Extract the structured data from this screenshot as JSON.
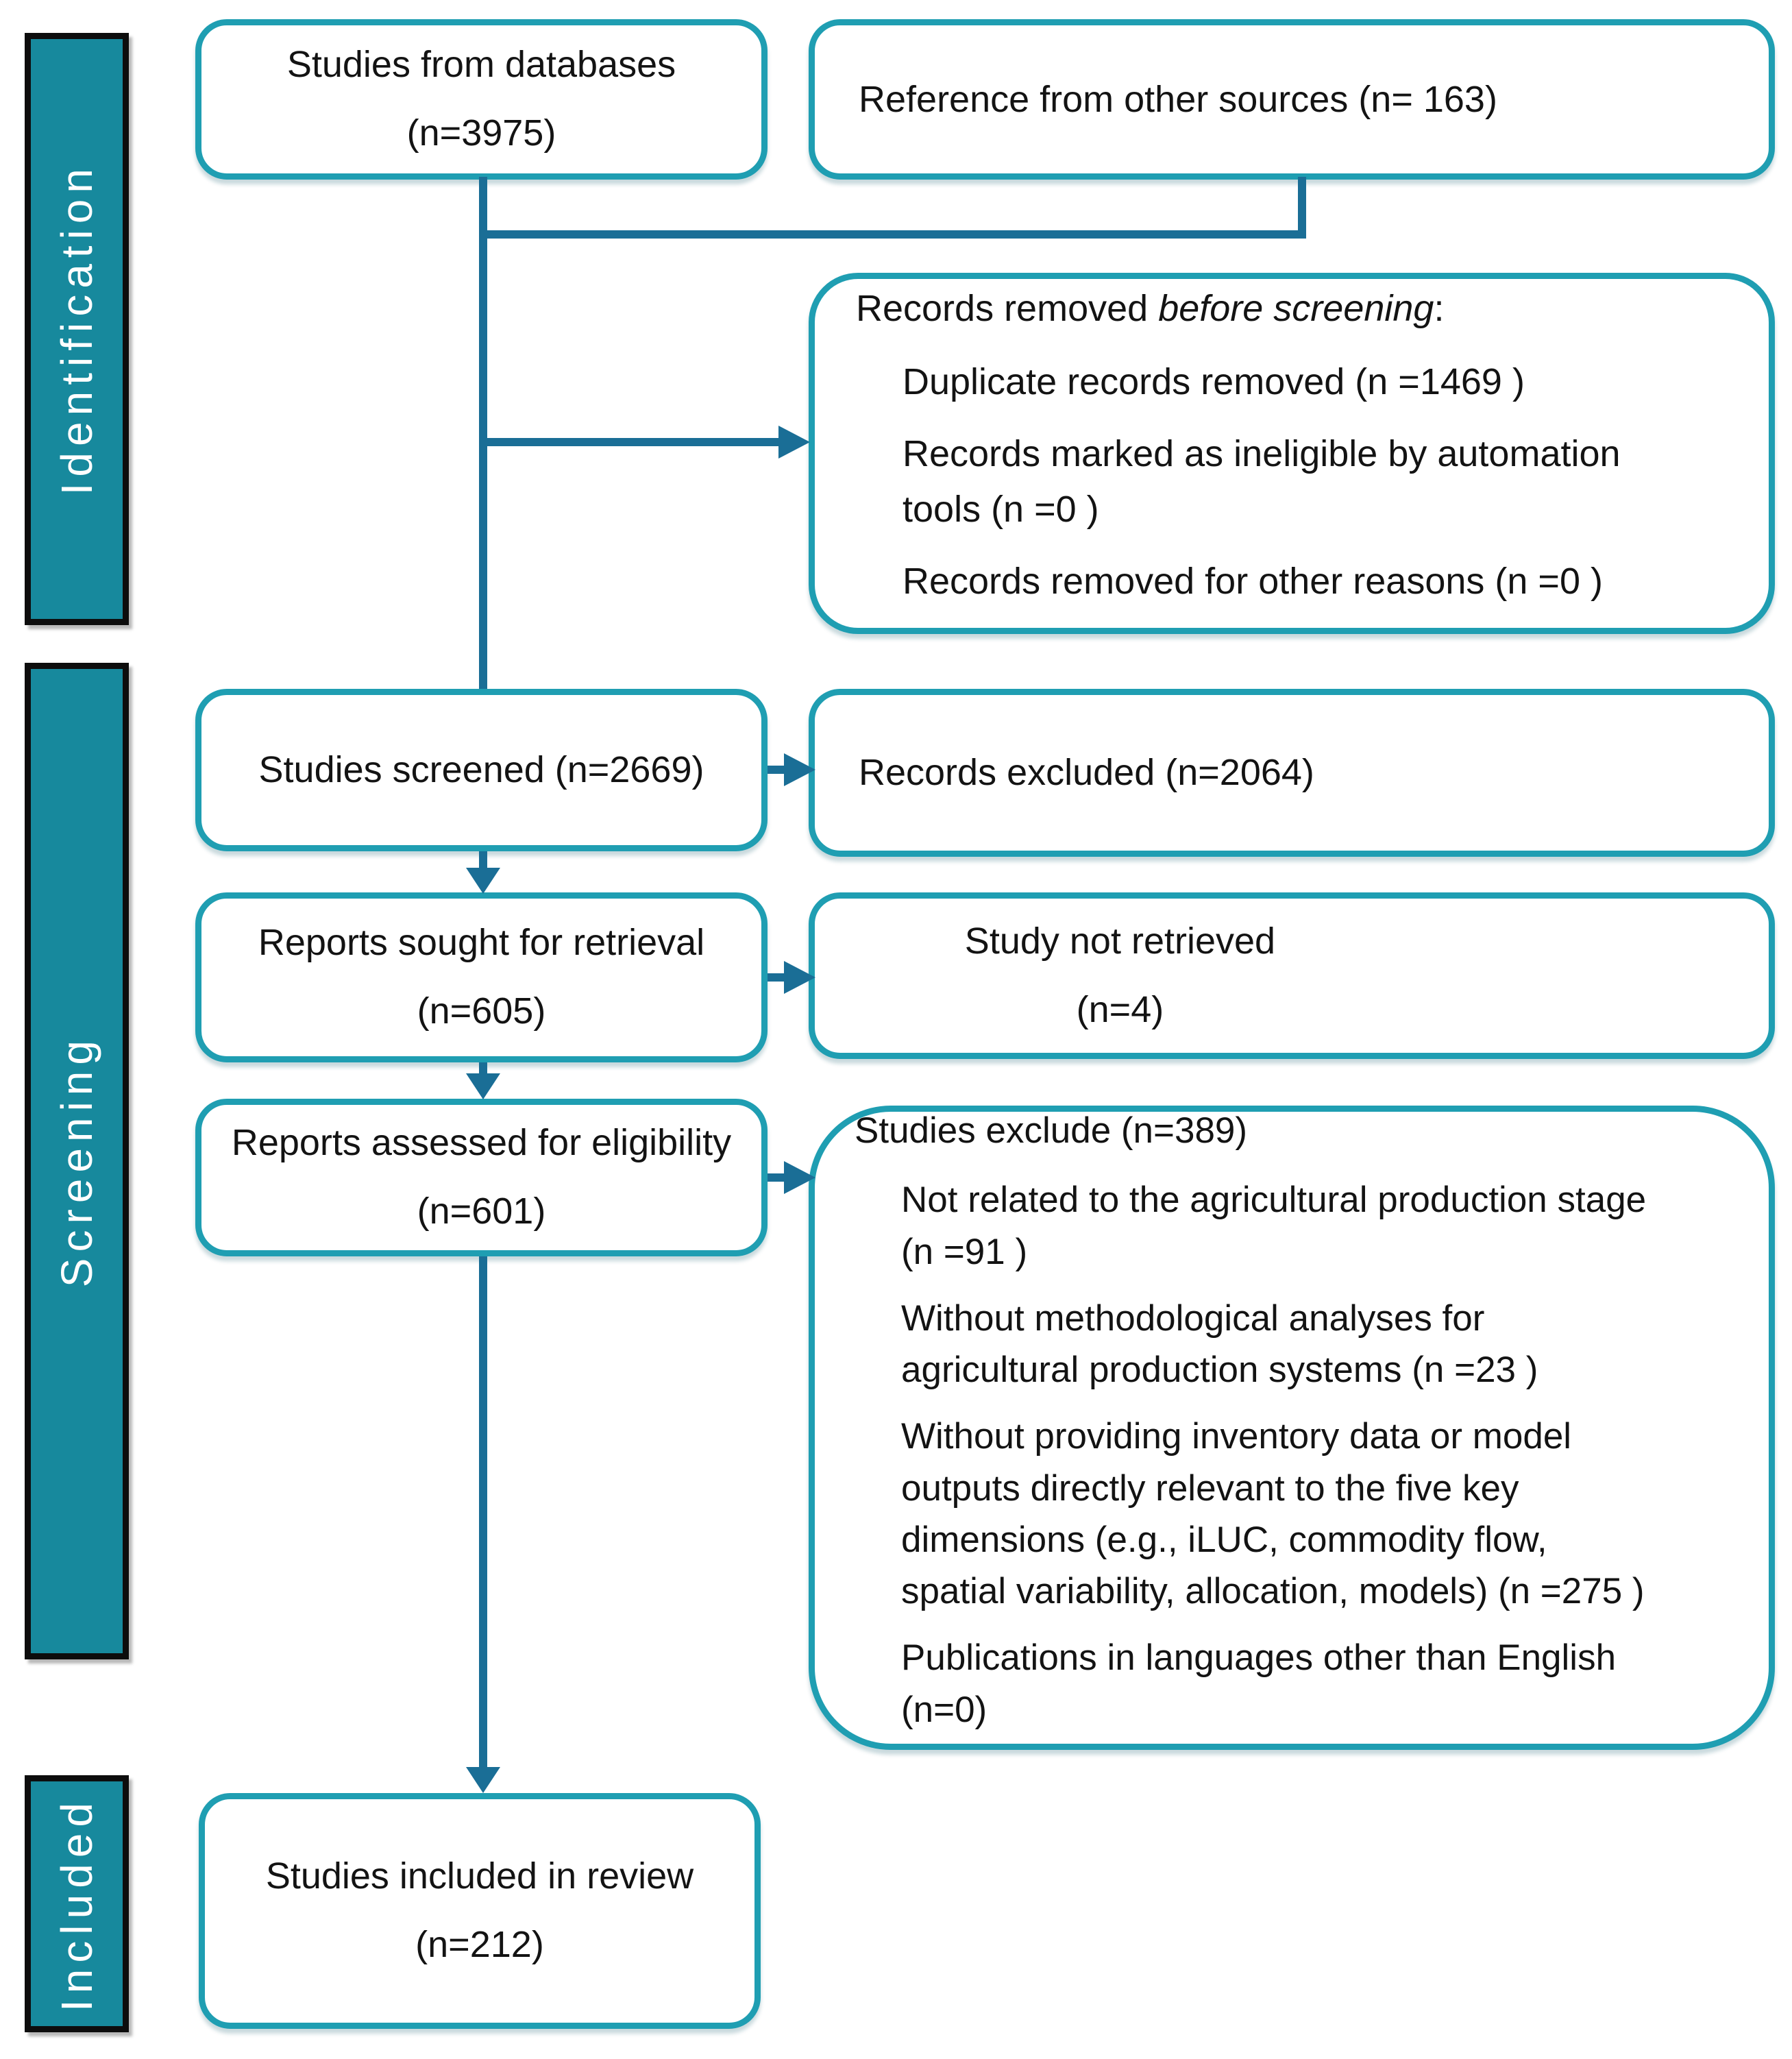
{
  "colors": {
    "box_border_teal": "#1f9eb2",
    "sidebar_teal": "#17899d",
    "sidebar_border_black": "#0d0d0d",
    "arrow_blue": "#1a6e96",
    "text": "#131313",
    "sidebar_text": "#ffffff",
    "background": "#ffffff"
  },
  "sidebar": {
    "stages": [
      {
        "label": "Identification"
      },
      {
        "label": "Screening"
      },
      {
        "label": "Included"
      }
    ]
  },
  "boxes": {
    "studies_databases": {
      "line1": "Studies from databases",
      "line2": "(n=3975)"
    },
    "other_sources": {
      "text": "Reference from other sources (n= 163)"
    },
    "records_removed": {
      "title_prefix": "Records removed ",
      "title_italic": "before screening",
      "title_suffix": ":",
      "items": [
        {
          "lines": [
            "Duplicate records removed  (n =1469 )"
          ]
        },
        {
          "lines": [
            "Records marked as ineligible by automation",
            "tools (n =0 )"
          ]
        },
        {
          "lines": [
            "Records removed for other reasons (n =0 )"
          ]
        }
      ]
    },
    "studies_screened": {
      "text": "Studies screened (n=2669)"
    },
    "records_excluded": {
      "text": "Records excluded (n=2064)"
    },
    "reports_sought": {
      "line1": "Reports sought for retrieval",
      "line2": "(n=605)"
    },
    "study_not_retrieved": {
      "line1": "Study not retrieved",
      "line2": "(n=4)"
    },
    "reports_assessed": {
      "line1": "Reports assessed for eligibility",
      "line2": "(n=601)"
    },
    "studies_excluded": {
      "title": "Studies exclude (n=389)",
      "items": [
        {
          "lines": [
            "Not related to the agricultural production stage",
            "(n =91 )"
          ]
        },
        {
          "lines": [
            "Without methodological analyses for",
            "agricultural production systems (n =23 )"
          ]
        },
        {
          "lines": [
            "Without providing inventory data or model",
            "outputs directly relevant to the five key",
            "dimensions (e.g., iLUC, commodity flow,",
            "spatial variability, allocation, models) (n =275 )"
          ]
        },
        {
          "lines": [
            "Publications in languages other than English",
            "(n=0)"
          ]
        }
      ]
    },
    "studies_included": {
      "line1": "Studies included in review",
      "line2": "(n=212)"
    }
  }
}
